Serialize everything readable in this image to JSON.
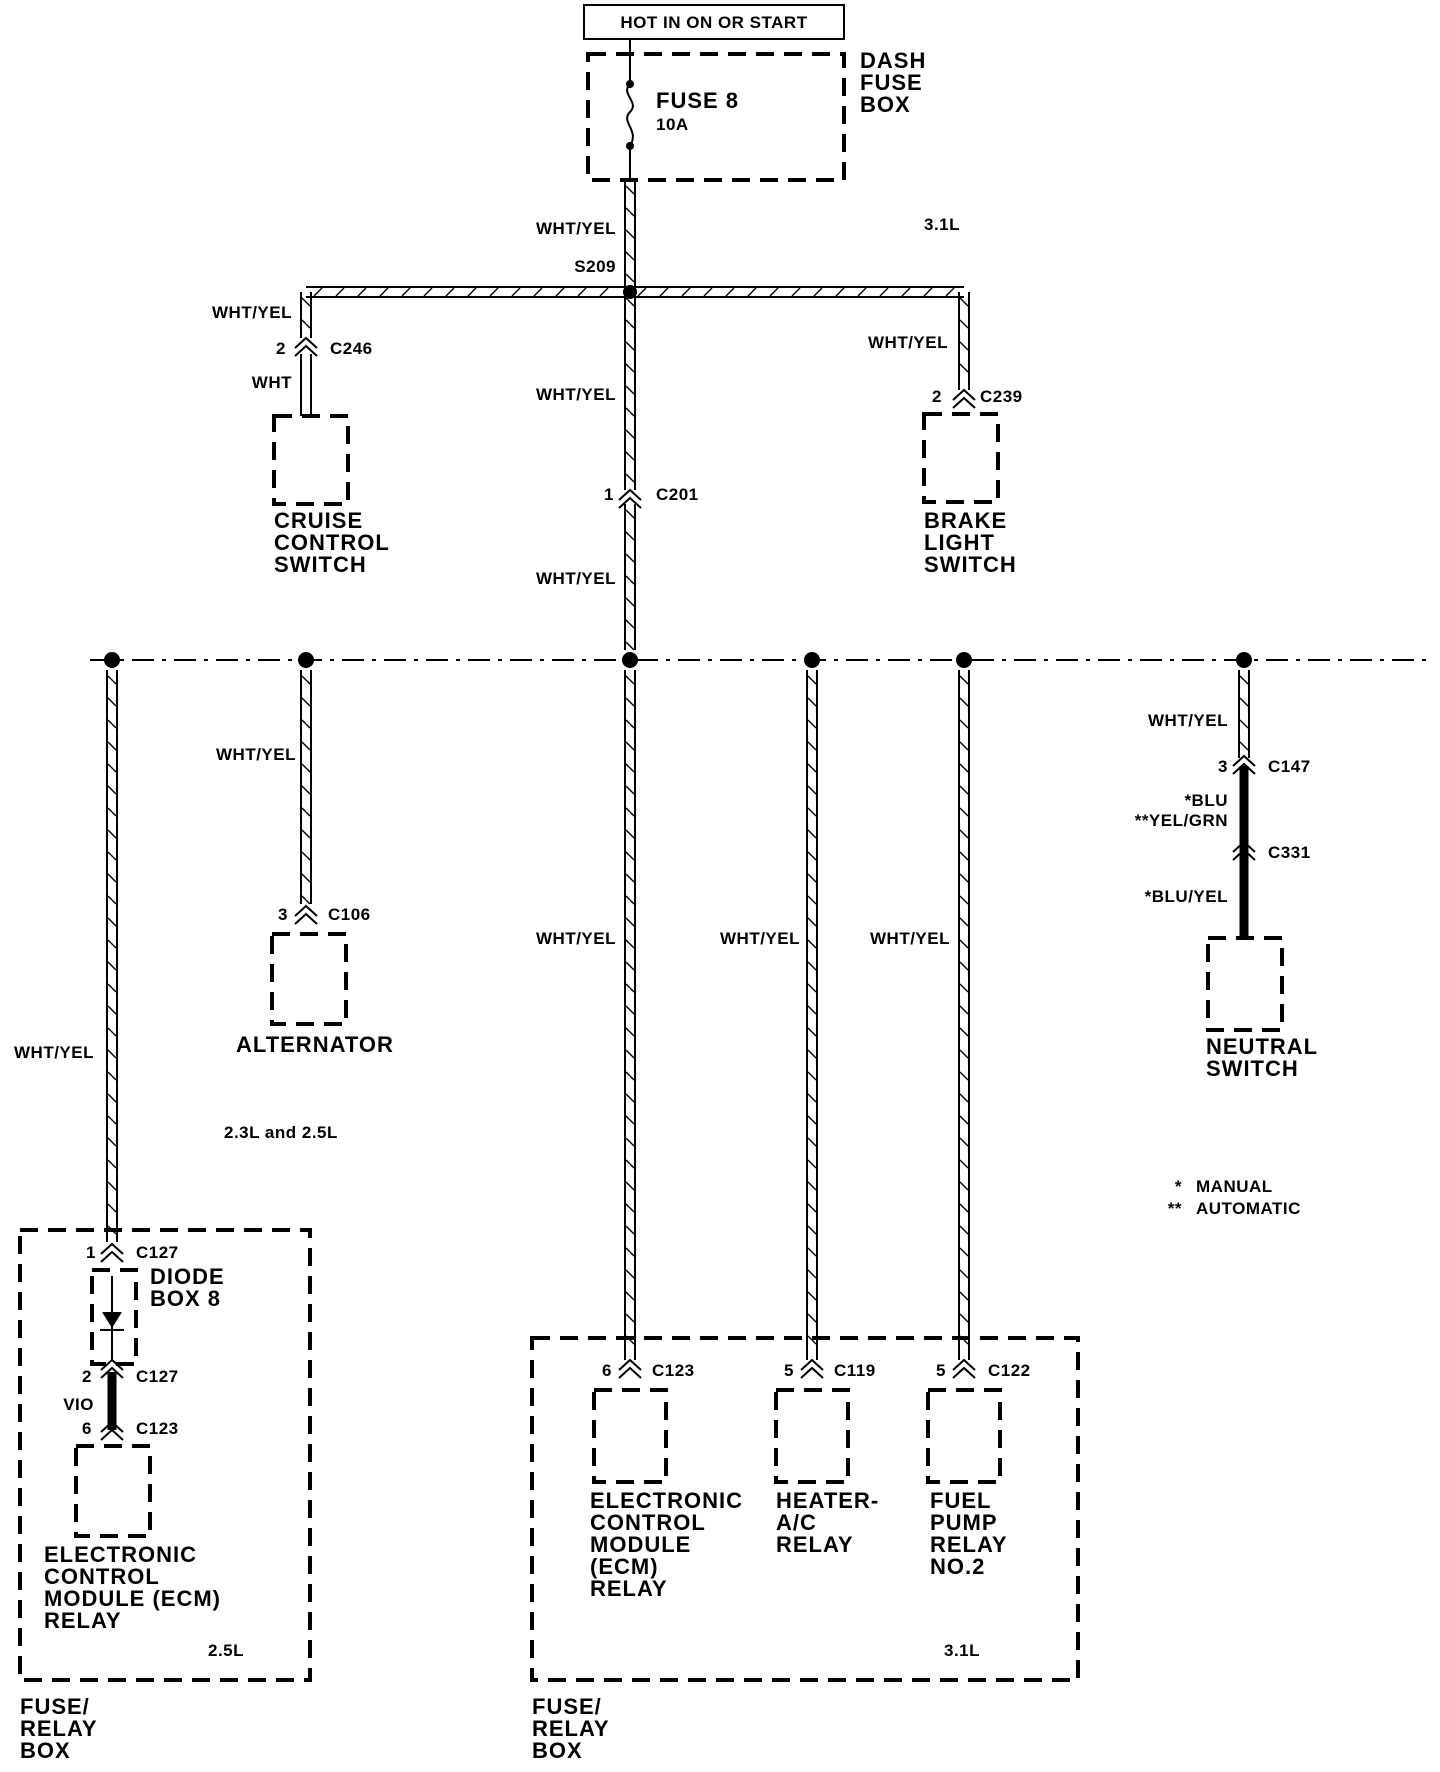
{
  "header": {
    "power_label": "HOT IN ON OR START"
  },
  "dash_fuse_box": {
    "name": [
      "DASH",
      "FUSE",
      "BOX"
    ],
    "fuse_name": "FUSE 8",
    "fuse_rating": "10A"
  },
  "notes": {
    "engine_top": "3.1L",
    "engine_mid": "2.3L and 2.5L",
    "engine_left_box": "2.5L",
    "engine_right_box": "3.1L"
  },
  "splice": {
    "name": "S209"
  },
  "wire_colors": {
    "wht_yel": "WHT/YEL",
    "wht": "WHT",
    "blu": "*BLU",
    "yel_grn": "**YEL/GRN",
    "blu_yel": "*BLU/YEL",
    "vio": "VIO"
  },
  "connectors": {
    "c246": {
      "id": "C246",
      "pin": "2"
    },
    "c239": {
      "id": "C239",
      "pin": "2"
    },
    "c201": {
      "id": "C201",
      "pin": "1"
    },
    "c106": {
      "id": "C106",
      "pin": "3"
    },
    "c147": {
      "id": "C147",
      "pin": "3"
    },
    "c331": {
      "id": "C331"
    },
    "c127a": {
      "id": "C127",
      "pin": "1"
    },
    "c127b": {
      "id": "C127",
      "pin": "2"
    },
    "c123a": {
      "id": "C123",
      "pin": "6"
    },
    "c123b": {
      "id": "C123",
      "pin": "6"
    },
    "c119": {
      "id": "C119",
      "pin": "5"
    },
    "c122": {
      "id": "C122",
      "pin": "5"
    }
  },
  "components": {
    "cruise": [
      "CRUISE",
      "CONTROL",
      "SWITCH"
    ],
    "brake": [
      "BRAKE",
      "LIGHT",
      "SWITCH"
    ],
    "alternator": "ALTERNATOR",
    "neutral": [
      "NEUTRAL",
      "SWITCH"
    ],
    "diode_box": [
      "DIODE",
      "BOX 8"
    ],
    "ecm_left": [
      "ELECTRONIC",
      "CONTROL",
      "MODULE (ECM)",
      "RELAY"
    ],
    "ecm_right": [
      "ELECTRONIC",
      "CONTROL",
      "MODULE",
      "(ECM)",
      "RELAY"
    ],
    "heater": [
      "HEATER-",
      "A/C",
      "RELAY"
    ],
    "fuel_pump": [
      "FUEL",
      "PUMP",
      "RELAY",
      "NO.2"
    ],
    "fuse_relay_box": [
      "FUSE/",
      "RELAY",
      "BOX"
    ]
  },
  "legend": [
    {
      "symbol": "*",
      "text": "MANUAL"
    },
    {
      "symbol": "**",
      "text": "AUTOMATIC"
    }
  ]
}
